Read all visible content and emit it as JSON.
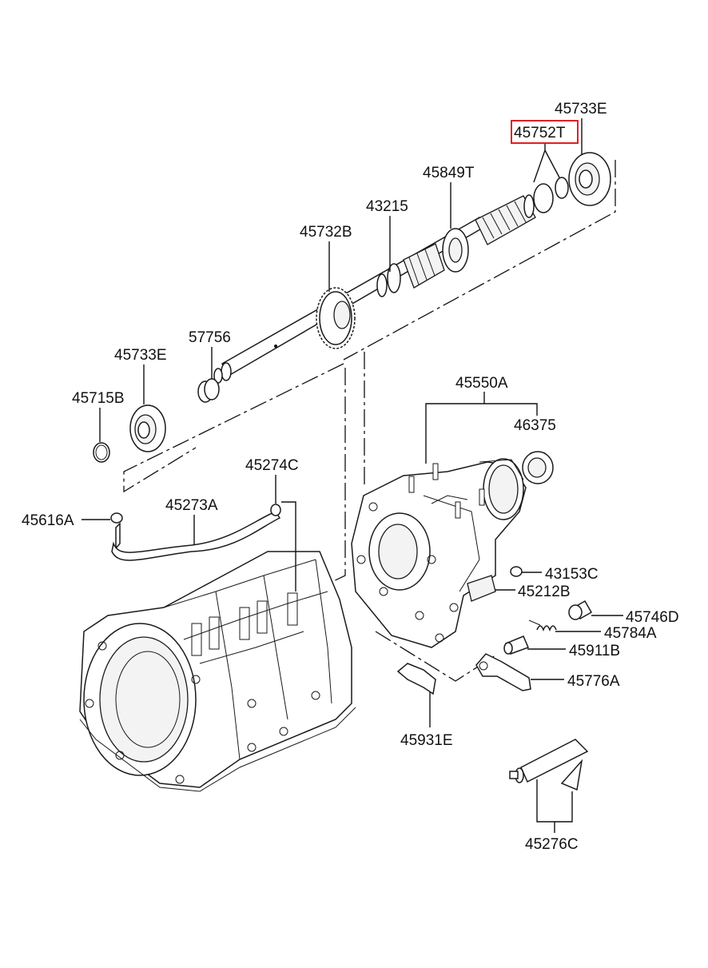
{
  "diagram": {
    "labels": {
      "p45733E_top": "45733E",
      "p45752T": "45752T",
      "p45849T": "45849T",
      "p43215": "43215",
      "p45732B": "45732B",
      "p57756": "57756",
      "p45733E_left": "45733E",
      "p45715B": "45715B",
      "p45550A": "45550A",
      "p46375": "46375",
      "p45274C": "45274C",
      "p45273A": "45273A",
      "p45616A": "45616A",
      "p43153C": "43153C",
      "p45212B": "45212B",
      "p45746D": "45746D",
      "p45784A": "45784A",
      "p45911B": "45911B",
      "p45776A": "45776A",
      "p45931E": "45931E",
      "p45276C": "45276C"
    },
    "highlight_color": "#e02020"
  }
}
